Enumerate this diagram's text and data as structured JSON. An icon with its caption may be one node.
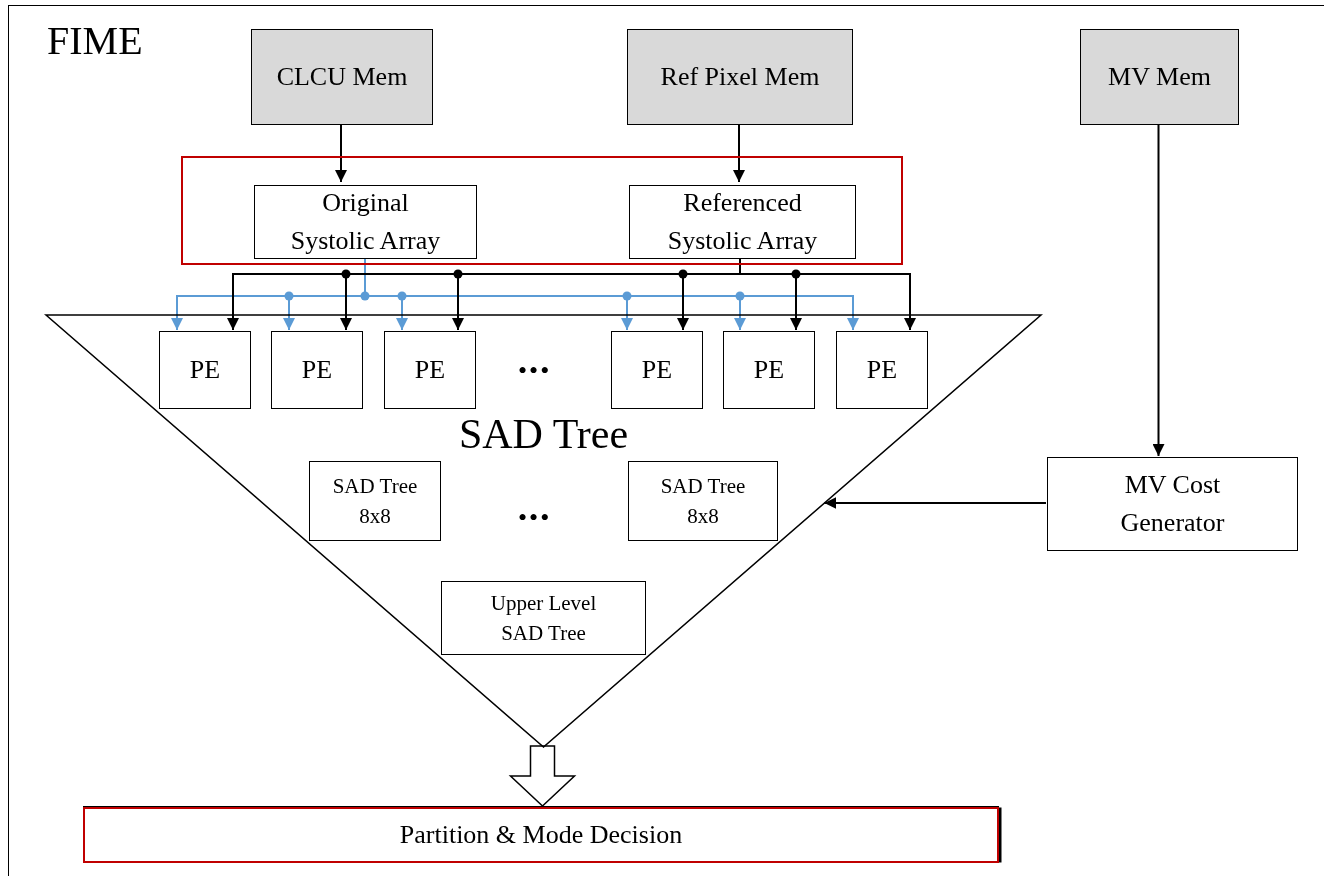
{
  "diagram": {
    "nodes": [
      {
        "text": [
          "FIME"
        ]
      },
      {
        "text": [
          "CLCU Mem"
        ],
        "in": 0
      },
      {
        "text": [
          "Ref Pixel Mem"
        ],
        "in": 0
      },
      {
        "text": [
          "MV Mem"
        ],
        "in": 0
      },
      {
        "text": [],
        "shape": "box",
        "in": 0
      },
      {
        "text": [
          "Original Systolic Array"
        ],
        "in": 4
      },
      {
        "text": [
          "Referenced Systolic Array"
        ],
        "in": 4
      },
      {
        "text": [
          "SAD Tree"
        ],
        "in": 0
      },
      {
        "text": [
          "PE"
        ],
        "in": 7
      },
      {
        "text": [
          "PE"
        ],
        "in": 7
      },
      {
        "text": [
          "PE"
        ],
        "in": 7
      },
      {
        "text": [
          "PE"
        ],
        "in": 7
      },
      {
        "text": [
          "PE"
        ],
        "in": 7
      },
      {
        "text": [
          "PE"
        ],
        "in": 7
      },
      {
        "text": [
          "SAD Tree 8x8"
        ],
        "in": 7
      },
      {
        "text": [
          "SAD Tree 8x8"
        ],
        "in": 7
      },
      {
        "text": [
          "Upper Level SAD Tree"
        ],
        "in": 7
      },
      {
        "text": [
          "MV Cost Generator"
        ],
        "in": 0
      },
      {
        "text": [
          "Partition & Mode Decision"
        ],
        "in": 0
      }
    ],
    "edges": [
      {
        "from": 1,
        "to": 5,
        "arrow": "to"
      },
      {
        "from": 2,
        "to": 6,
        "arrow": "to"
      },
      {
        "from": 3,
        "to": 17,
        "arrow": "to"
      },
      {
        "from": 17,
        "to": 7,
        "arrow": "to"
      },
      {
        "from": 7,
        "to": 18,
        "arrow": "to",
        "style": "thick"
      },
      {
        "from": 5,
        "to": 8,
        "arrow": "to",
        "color": "#5b9bd5"
      },
      {
        "from": 5,
        "to": 9,
        "arrow": "to",
        "color": "#5b9bd5"
      },
      {
        "from": 5,
        "to": 10,
        "arrow": "to",
        "color": "#5b9bd5"
      },
      {
        "from": 5,
        "to": 11,
        "arrow": "to",
        "color": "#5b9bd5"
      },
      {
        "from": 5,
        "to": 12,
        "arrow": "to",
        "color": "#5b9bd5"
      },
      {
        "from": 5,
        "to": 13,
        "arrow": "to",
        "color": "#5b9bd5"
      },
      {
        "from": 6,
        "to": 8,
        "arrow": "to"
      },
      {
        "from": 6,
        "to": 9,
        "arrow": "to"
      },
      {
        "from": 6,
        "to": 10,
        "arrow": "to"
      },
      {
        "from": 6,
        "to": 11,
        "arrow": "to"
      },
      {
        "from": 6,
        "to": 12,
        "arrow": "to"
      },
      {
        "from": 6,
        "to": 13,
        "arrow": "to"
      }
    ],
    "labels": [
      "•••",
      "•••"
    ]
  }
}
